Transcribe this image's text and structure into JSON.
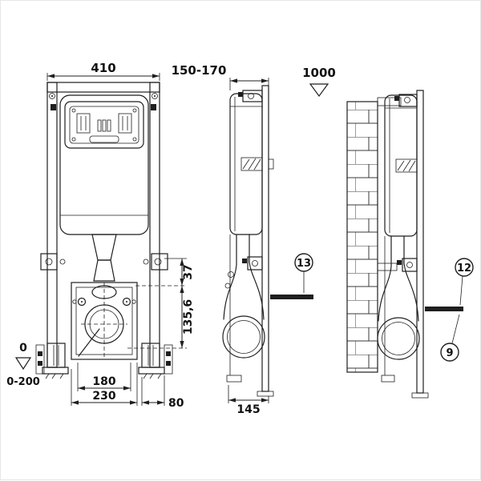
{
  "drawing": {
    "front_view": {
      "width_dim": "410",
      "bracket_offset_dim": "37",
      "outlet_center_dim": "135,6",
      "foot_zero_label": "0",
      "foot_adjust_range": "0-200",
      "bolt_spacing_dim": "180",
      "base_width_dim": "230",
      "foot_plate_dim": "80"
    },
    "side_view": {
      "depth_dim": "150-170",
      "height_mark": "1000",
      "base_depth_dim": "145",
      "callout_rod": "13"
    },
    "wall_view": {
      "callout_rod": "12",
      "callout_anchor": "9"
    }
  }
}
